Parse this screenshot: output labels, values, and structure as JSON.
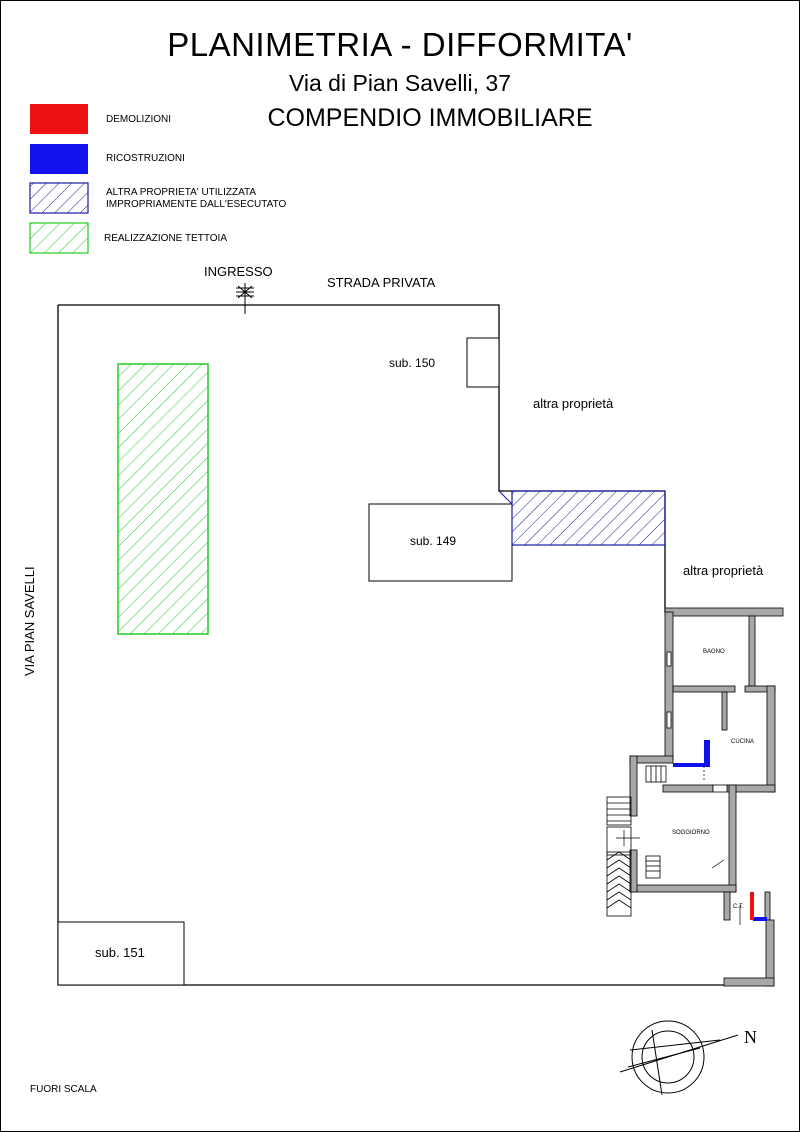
{
  "title": {
    "line1": "PLANIMETRIA - DIFFORMITA'",
    "line2": "Via di Pian Savelli, 37",
    "line3": "COMPENDIO IMMOBILIARE"
  },
  "legend": [
    {
      "label": "DEMOLIZIONI",
      "color": "#ee1111",
      "pattern": "solid"
    },
    {
      "label": "RICOSTRUZIONI",
      "color": "#1111ee",
      "pattern": "solid"
    },
    {
      "label": "ALTRA PROPRIETA' UTILIZZATA",
      "label2": "IMPROPRIAMENTE DALL'ESECUTATO",
      "color": "#1a1aa0",
      "pattern": "hatch"
    },
    {
      "label": "REALIZZAZIONE TETTOIA",
      "color": "#22cc22",
      "pattern": "hatch"
    }
  ],
  "plan": {
    "entrance": "INGRESSO",
    "road": "STRADA PRIVATA",
    "street": "VIA PIAN SAVELLI",
    "other_property_1": "altra proprietà",
    "other_property_2": "altra proprietà",
    "sub150": "sub. 150",
    "sub149": "sub. 149",
    "sub151": "sub. 151",
    "rooms": {
      "bathroom": "BAGNO",
      "kitchen": "CUCINA",
      "living": "SOGGIORNO",
      "ct": "C.T."
    }
  },
  "compass": {
    "north": "N"
  },
  "scale_note": "FUORI SCALA"
}
